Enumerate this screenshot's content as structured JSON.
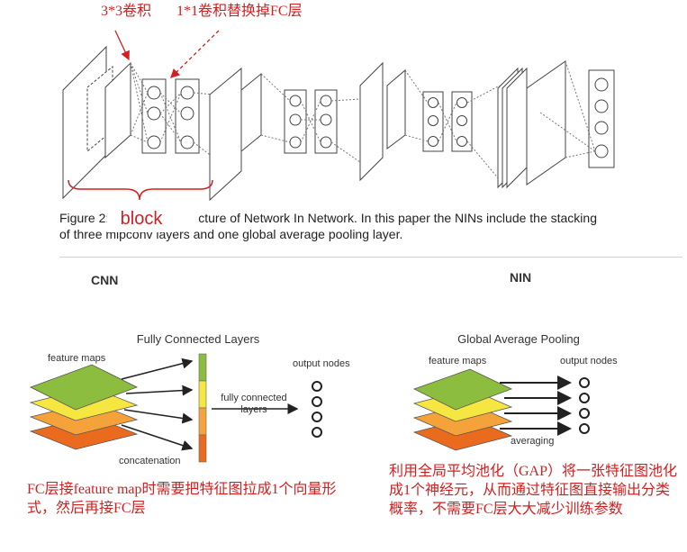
{
  "annotations": {
    "conv3x3": "3*3卷积",
    "conv1x1": "1*1卷积替换掉FC层",
    "block": "block"
  },
  "nin_caption": {
    "line1_a": "Figure 2: Th",
    "line1_b": "cture of Network In Network. In this paper the NINs include the stacking",
    "line2": "of three mlpconv layers and one global average pooling layer."
  },
  "section_labels": {
    "cnn": "CNN",
    "nin": "NIN"
  },
  "fc_panel": {
    "title": "Fully Connected Layers",
    "feature_maps": "feature maps",
    "output_nodes": "output nodes",
    "fc_label": "fully connected layers",
    "concatenation": "concatenation"
  },
  "gap_panel": {
    "title": "Global Average Pooling",
    "feature_maps": "feature maps",
    "output_nodes": "output nodes",
    "averaging": "averaging"
  },
  "descriptions": {
    "fc": "FC层接feature map时需要把特征图拉成1个向量形式，然后再接FC层",
    "gap": "利用全局平均池化（GAP）将一张特征图池化成1个神经元，从而通过特征图直接输出分类概率，不需要FC层大大减少训练参数"
  },
  "colors": {
    "annotation": "#d21f1f",
    "map_green": "#8cbd3f",
    "map_yellow": "#f5e642",
    "map_orange": "#f6a23a",
    "map_red": "#ea6b1e"
  }
}
